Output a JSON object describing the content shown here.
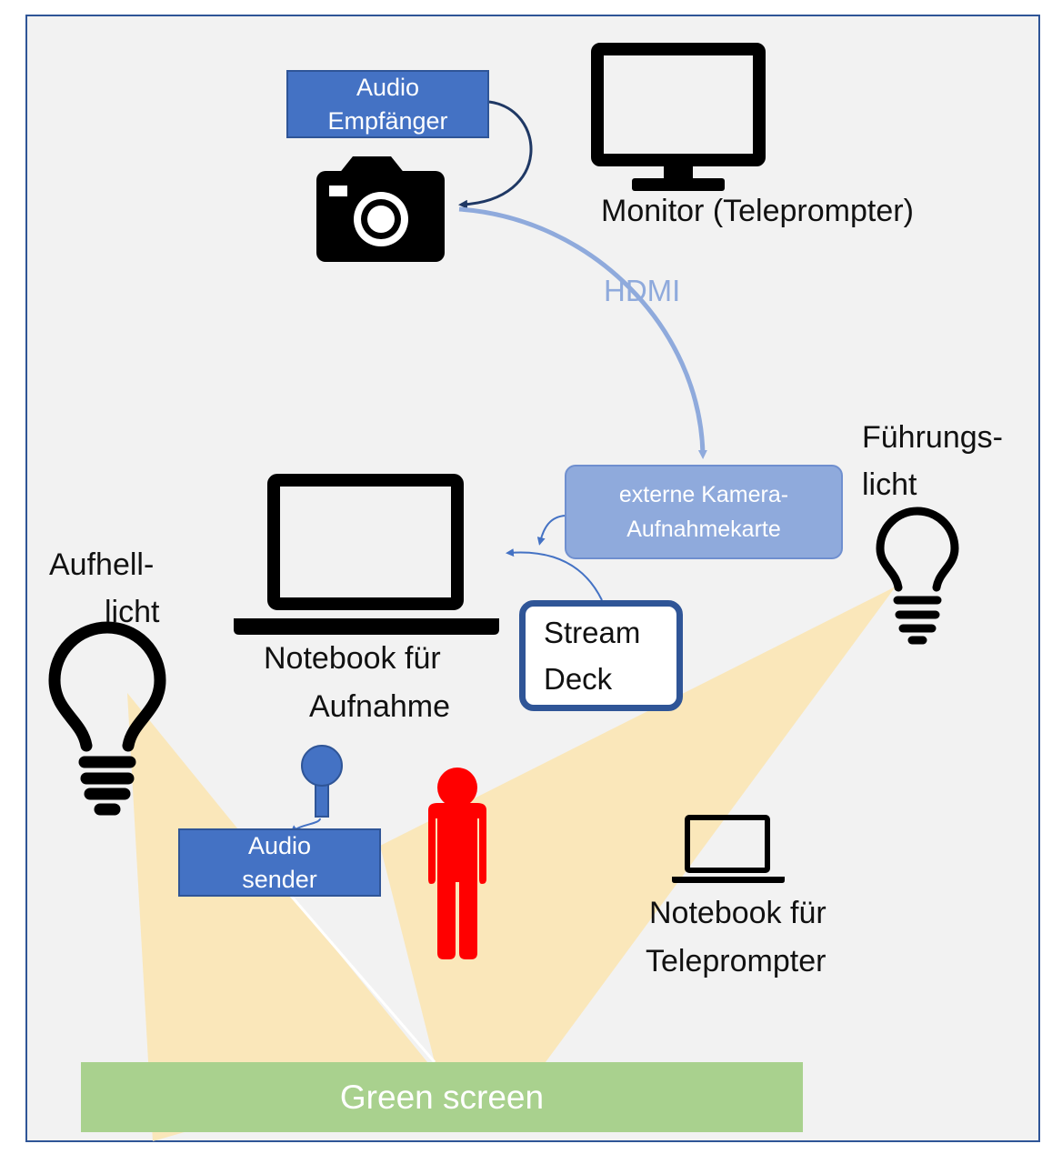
{
  "audio_receiver": {
    "line1": "Audio",
    "line2": "Empfänger"
  },
  "monitor": {
    "label": "Monitor (Teleprompter)"
  },
  "hdmi": {
    "label": "HDMI"
  },
  "capture_card": {
    "line1": "externe Kamera-",
    "line2": "Aufnahmekarte"
  },
  "key_light": {
    "line1": "Führungs-",
    "line2": "licht"
  },
  "fill_light": {
    "line1": "Aufhell-",
    "line2": "licht"
  },
  "recording_notebook": {
    "line1": "Notebook für",
    "line2": "Aufnahme"
  },
  "stream_deck": {
    "line1": "Stream",
    "line2": "Deck"
  },
  "audio_sender": {
    "line1": "Audio",
    "line2": "sender"
  },
  "teleprompter_notebook": {
    "line1": "Notebook für",
    "line2": "Teleprompter"
  },
  "green_screen": {
    "label": "Green screen"
  },
  "colors": {
    "frame_border": "#2f5597",
    "background": "#f2f2f2",
    "dark_blue": "#4472c4",
    "light_blue": "#8faadc",
    "light_cone": "#fbe5b0",
    "green_screen": "#a9d18e",
    "person": "#ff0000"
  }
}
